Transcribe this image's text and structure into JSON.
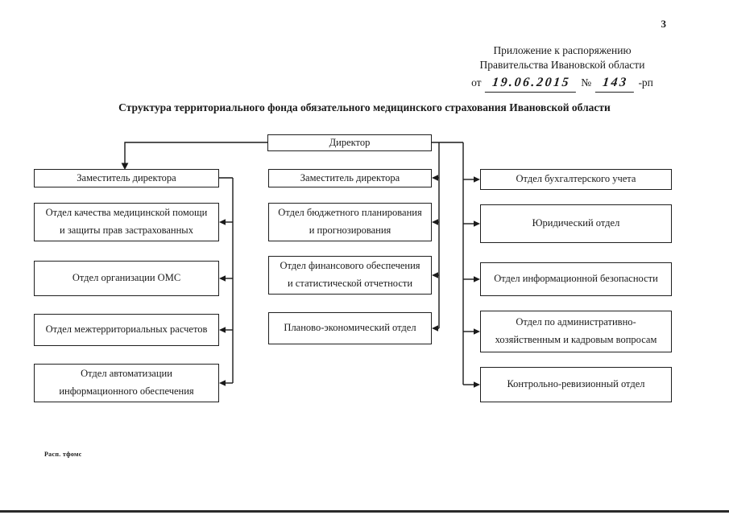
{
  "page": {
    "number": "3",
    "appendix_lines": [
      "Приложение к распоряжению",
      "Правительства Ивановской области"
    ],
    "order_line": {
      "prefix": "от",
      "date": "19.06.2015",
      "number_sign": "№",
      "number": "143",
      "suffix": "-рп"
    },
    "title": "Структура территориального фонда обязательного медицинского страхования Ивановской области",
    "footer_note": "Расп. тфомс",
    "ink_color": "#1a1a1a"
  },
  "org": {
    "director": "Директор",
    "deputy_left": "Заместитель директора",
    "deputy_middle": "Заместитель директора",
    "left_departments": [
      "Отдел качества медицинской помощи и защиты прав застрахованных",
      "Отдел организации ОМС",
      "Отдел межтерриториальных расчетов",
      "Отдел автоматизации информационного обеспечения"
    ],
    "middle_departments": [
      "Отдел бюджетного планирования и прогнозирования",
      "Отдел финансового обеспечения и статистической отчетности",
      "Планово-экономический отдел"
    ],
    "right_departments": [
      "Отдел бухгалтерского учета",
      "Юридический отдел",
      "Отдел информационной безопасности",
      "Отдел по административно-хозяйственным и кадровым вопросам",
      "Контрольно-ревизионный отдел"
    ]
  }
}
